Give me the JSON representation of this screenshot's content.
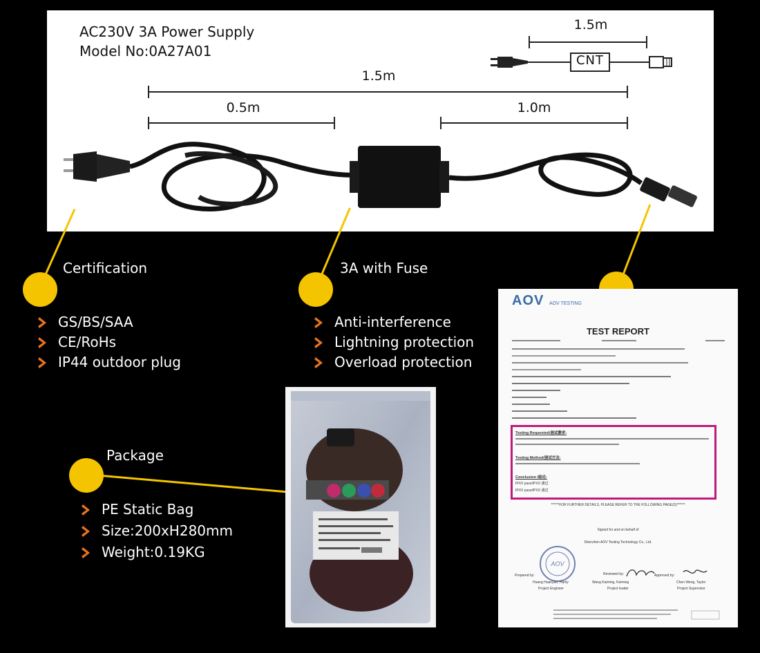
{
  "spec": {
    "title_line1": "AC230V 3A Power Supply",
    "title_line2": "Model No:0A27A01"
  },
  "diagram": {
    "total_length": "1.5m",
    "left_length": "0.5m",
    "right_length": "1.0m",
    "schematic_length": "1.5m",
    "schematic_box_label": "CNT"
  },
  "sections": [
    {
      "title": "Certification",
      "items": [
        "GS/BS/SAA",
        "CE/RoHs",
        "IP44 outdoor plug"
      ]
    },
    {
      "title": "3A with Fuse",
      "items": [
        "Anti-interference",
        "Lightning protection",
        "Overload protection"
      ]
    },
    {
      "title": "Package",
      "items": [
        "PE Static Bag",
        "Size:200xH280mm",
        "Weight:0.19KG"
      ]
    }
  ],
  "report": {
    "logo_text": "AOV",
    "logo_subtitle": "AOV TESTING",
    "heading": "TEST REPORT",
    "testing_requested_label": "Testing Requested/测试要求:",
    "test_method_label": "Testing Method/测试方法:",
    "conclusion_label": "Conclusion /结论:",
    "conclusion_line1": "IPXX pass/IPXX 通过",
    "conclusion_line2": "IPXX pass/IPXX 通过",
    "further_details": "******FOR FURTHER DETAILS, PLEASE REFER TO THE FOLLOWING PAGE(S)******",
    "signed_for": "Signed for and on behalf of",
    "company": "Shenzhen AOV Testing Technology Co., Ltd.",
    "prepared_by": "Prepared by:",
    "reviewed_by": "Reviewed by:",
    "approved_by": "Approved by:",
    "role1": "Project Engineer",
    "role2": "Project leader",
    "role3": "Project Supervisor",
    "sig1": "Huang Huanyan, Hanly",
    "sig2": "Wang Kaiming, Keiming",
    "sig3": "Chen Weng, Taylor"
  },
  "colors": {
    "accent": "#f5c400",
    "chevron": "#e8731e",
    "highlight_box": "#c0187b"
  }
}
